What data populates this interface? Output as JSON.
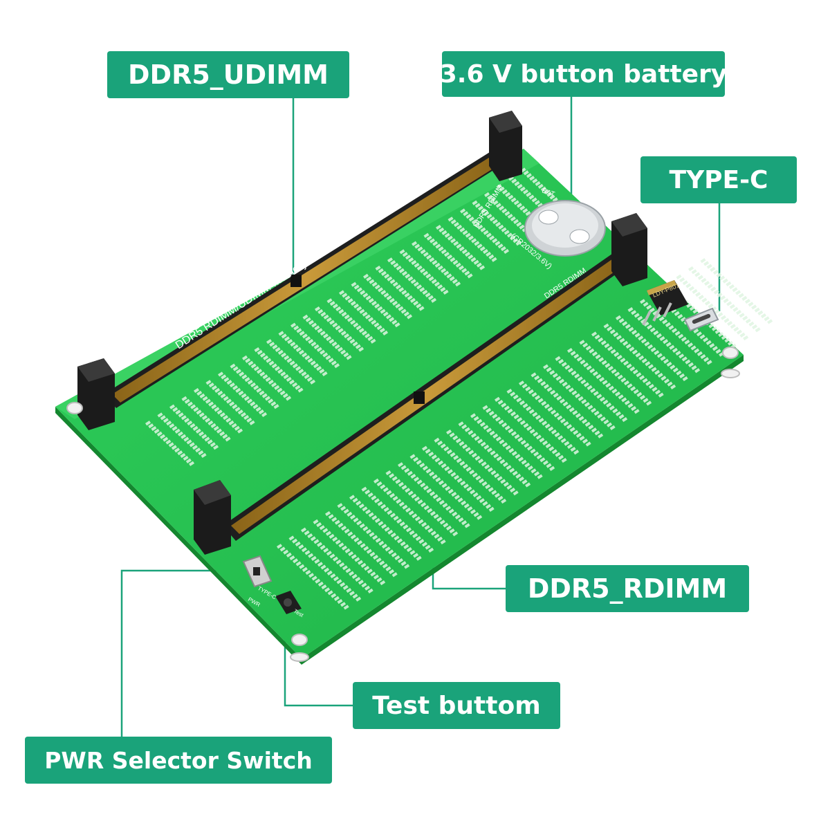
{
  "callouts": {
    "udimm": "DDR5_UDIMM",
    "battery": "3.6 V button battery",
    "typec": "TYPE-C",
    "rdimm": "DDR5_RDIMM",
    "test": "Test  buttom",
    "pwr": "PWR   Selector Switch"
  },
  "board": {
    "silkscreen_title": "DDR5 RDIMM/UDIMM Memory Test Card",
    "rdimm_label": "DDR5 RDIMM",
    "rdimm_label_2": "DDR5 RDIMM",
    "battery_label": "BAT",
    "battery_spec": "(CR2032/3.6V)",
    "regulator_label": "LDY-P801",
    "pwr_label": "PWR",
    "typec_label": "TYPE-C",
    "test_label": "Test"
  },
  "colors": {
    "pcb": "#23c04f",
    "pcb_edge": "#14872f",
    "callout": "#1aa37a",
    "connector": "#1e1e1e",
    "pins": "#b58a2a",
    "led_pad": "#dff5e2"
  }
}
